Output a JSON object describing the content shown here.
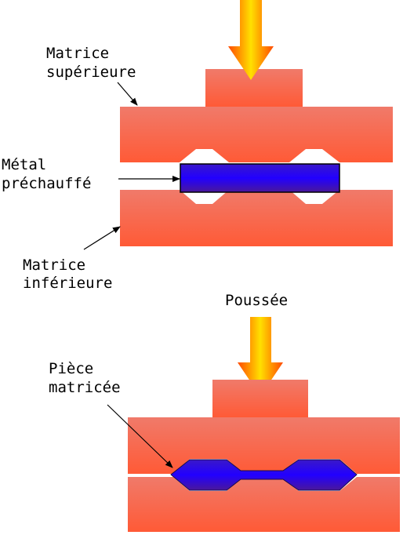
{
  "labels": {
    "upper_die_line1": "Matrice",
    "upper_die_line2": "supérieure",
    "metal_line1": "Métal",
    "metal_line2": "préchauffé",
    "lower_die_line1": "Matrice",
    "lower_die_line2": "inférieure",
    "force": "Poussée",
    "part_line1": "Pièce",
    "part_line2": "matricée"
  },
  "colors": {
    "die_top": "#f07a6a",
    "die_bottom": "#ff5a36",
    "metal_top": "#3a18c8",
    "metal_mid": "#2200ff",
    "metal_bottom": "#4a189a",
    "arrow_outer": "#ff4a00",
    "arrow_inner": "#ffe000",
    "line": "#000000"
  },
  "icons": {
    "force_arrow": "down-arrow-icon",
    "pointer": "leader-arrow"
  }
}
